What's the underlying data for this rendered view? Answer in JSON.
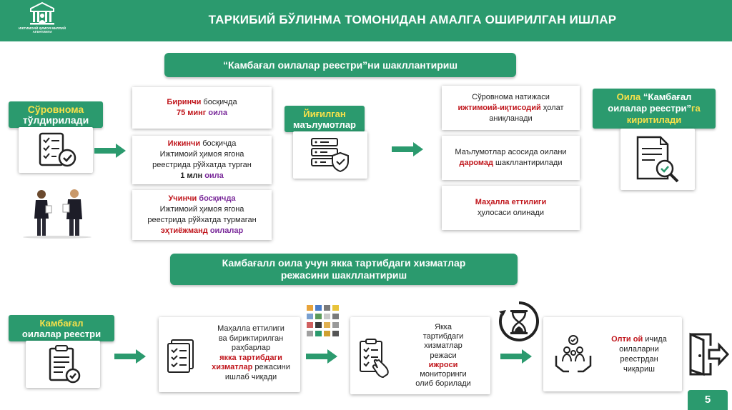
{
  "header": {
    "logo_text_1": "ИЖТИМОИЙ ҲИМОЯ МИЛЛИЙ",
    "logo_text_2": "АГЕНТЛИГИ",
    "title": "ТАРКИБИЙ БЎЛИНМА ТОМОНИДАН АМАЛГА ОШИРИЛГАН ИШЛАР"
  },
  "section1": {
    "banner": "“Камбағал оилалар реестри”ни шакллантириш",
    "survey_label_1": "Сўровнома",
    "survey_label_2": "тўлдирилади",
    "stage1": {
      "a": "Биринчи",
      "b": " босқичда",
      "c": "75 минг",
      "d": " оила"
    },
    "stage2": {
      "a": "Иккинчи",
      "b": " босқичда",
      "l2": "Ижтимоий ҳимоя ягона",
      "l3": "реестрида рўйхатда турган",
      "c": "1 млн",
      "d": " оила"
    },
    "stage3": {
      "a": "Учинчи",
      "b": " босқичда",
      "l2": "Ижтимоий ҳимоя ягона",
      "l3": "реестрида рўйхатда турмаган",
      "c": "эҳтиёжманд",
      "d": " оилалар"
    },
    "collected_label_1": "Йиғилган",
    "collected_label_2": "маълумотлар",
    "result1": {
      "l1": "Сўровнома натижаси",
      "a": "ижтимоий-иқтисодий",
      "b": " ҳолат",
      "l3": "аниқланади"
    },
    "result2": {
      "l1": "Маълумотлар асосида оилани",
      "a": "даромад",
      "b": " шакллантирилади"
    },
    "result3": {
      "a": "Маҳалла еттилиги",
      "l2": "ҳулосаси олинади"
    },
    "final_label": {
      "a": "Оила ",
      "b": "“Камбағал",
      "c": "оилалар реестри”",
      "d": "га",
      "e": "киритилади"
    }
  },
  "section2": {
    "banner_1": "Камбағалл оила учун якка тартибдаги  хизматлар",
    "banner_2": "режасини шакллантириш",
    "registry_label_1": "Камбағал",
    "registry_label_2": "оилалар реестри",
    "step1": {
      "l1": "Маҳалла еттилиги",
      "l2": "ва бириктирилган",
      "l3": "раҳбарлар",
      "a": "якка тартибдаги",
      "b": "хизматлар",
      "c": " режасини",
      "l6": "ишлаб чиқади"
    },
    "step2": {
      "l1": "Якка",
      "l2": "тартибдаги",
      "l3": "хизматлар",
      "l4": "режаси",
      "a": "ижроси",
      "l6": "мониторинги",
      "l7": "олиб борилади"
    },
    "step3": {
      "a": "Олти ой",
      "b": " ичида",
      "l2": "оилаларни",
      "l3": "реестрдан",
      "l4": "чиқариш"
    }
  },
  "page_number": "5",
  "colors": {
    "green": "#2b9a6e",
    "red": "#c0161c",
    "purple": "#7a2a9a",
    "yellow": "#f7e14a"
  }
}
